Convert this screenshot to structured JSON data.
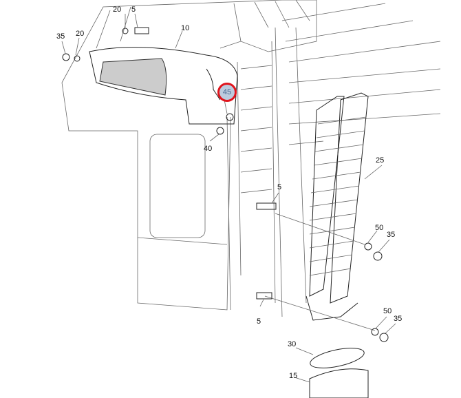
{
  "callouts": {
    "c20a": "20",
    "c5a": "5",
    "c35a": "35",
    "c20b": "20",
    "c10": "10",
    "c45": "45",
    "c40": "40",
    "c25": "25",
    "c5b": "5",
    "c50a": "50",
    "c35b": "35",
    "c5c": "5",
    "c50b": "50",
    "c35c": "35",
    "c30": "30",
    "c15": "15"
  },
  "highlight": {
    "label": "45",
    "ring_color": "#e0141c",
    "fill_color": "#bccbde"
  }
}
